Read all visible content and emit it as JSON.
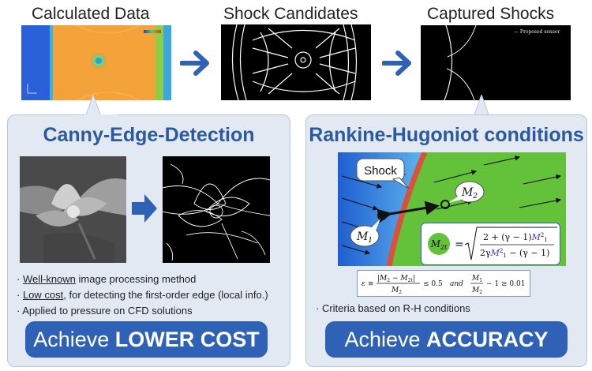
{
  "top": {
    "calculated_data_label": "Calculated Data",
    "shock_candidates_label": "Shock Candidates",
    "captured_shocks_label": "Captured Shocks",
    "captured_legend": "— Proposed sensor"
  },
  "left_panel": {
    "title": "Canny-Edge-Detection",
    "bullets": [
      {
        "prefix": "· ",
        "underlined": "Well-known",
        "rest": " image processing method"
      },
      {
        "prefix": "· ",
        "underlined": "Low cost",
        "rest": ", for detecting the first-order edge (local info.)"
      },
      {
        "prefix": "· ",
        "underlined": "",
        "rest": "Applied to pressure on CFD solutions"
      }
    ],
    "achieve_prefix": "Achieve ",
    "achieve_bold": "LOWER COST"
  },
  "right_panel": {
    "title": "Rankine-Hugoniot conditions",
    "shock_label": "Shock",
    "m1_label": "M",
    "m1_sub": "1",
    "m2_label": "M",
    "m2_sub": "2",
    "m2t_label": "M",
    "m2t_sub": "2t",
    "bullet": "· Criteria based on R-H conditions",
    "achieve_prefix": "Achieve ",
    "achieve_bold": "ACCURACY"
  },
  "colors": {
    "accent_blue": "#2f62b6",
    "title_blue": "#2c5aa0",
    "panel_bg": "#e3e9f2",
    "flow_green": "#63c13a",
    "flow_blue": "#4fa6e6",
    "shock_red": "#d9533b"
  }
}
